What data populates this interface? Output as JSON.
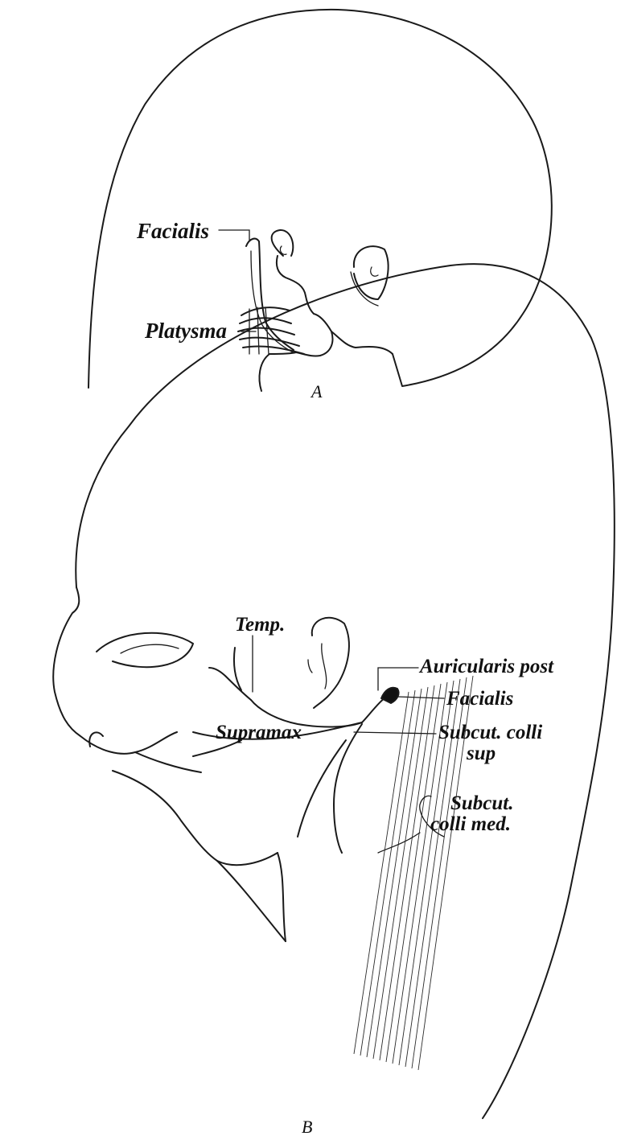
{
  "figure_a": {
    "caption": "A",
    "labels": {
      "facialis": "Facialis",
      "platysma": "Platysma"
    }
  },
  "figure_b": {
    "caption": "B",
    "labels": {
      "temp": "Temp.",
      "auricularis_post": "Auricularis post",
      "facialis": "Facialis",
      "supramax": "Supramax",
      "subcut_colli_sup_line1": "Subcut. colli",
      "subcut_colli_sup_line2": "sup",
      "subcut_colli_med_line1": "Subcut.",
      "subcut_colli_med_line2": "colli med."
    }
  }
}
